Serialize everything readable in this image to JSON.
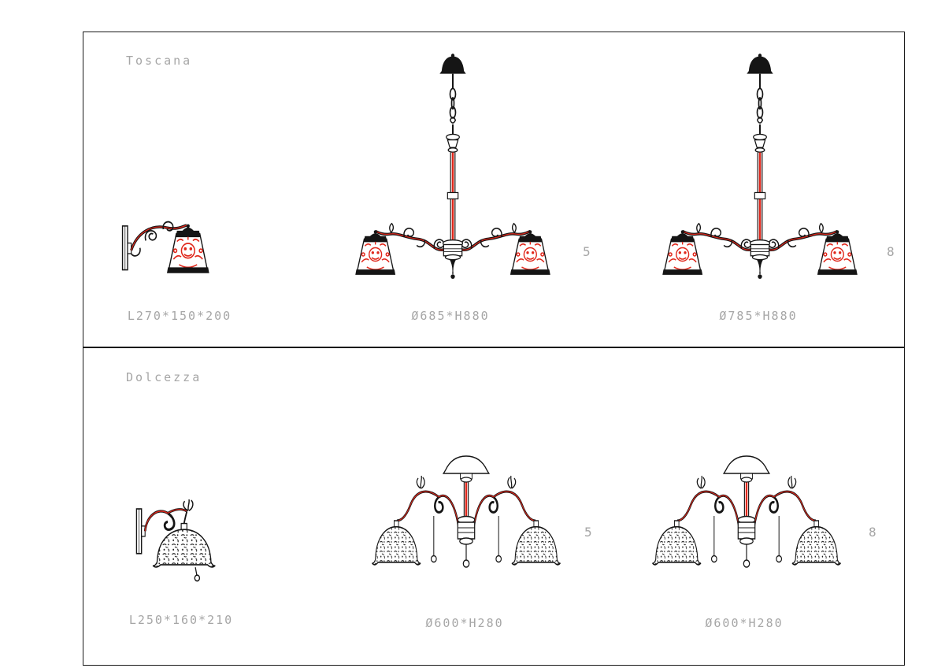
{
  "page": {
    "background": "#ffffff",
    "line_color": "#151515",
    "accent_red": "#e0271b",
    "text_color": "#a6a6a6"
  },
  "sections": [
    {
      "name": "Toscana",
      "items": [
        {
          "type": "wall-sconce",
          "dimensions": "L270*150*200"
        },
        {
          "type": "chandelier",
          "dimensions": "Ø685*H880",
          "qty": "5"
        },
        {
          "type": "chandelier",
          "dimensions": "Ø785*H880",
          "qty": "8"
        }
      ]
    },
    {
      "name": "Dolcezza",
      "items": [
        {
          "type": "wall-sconce",
          "dimensions": "L250*160*210"
        },
        {
          "type": "chandelier",
          "dimensions": "Ø600*H280",
          "qty": "5"
        },
        {
          "type": "chandelier",
          "dimensions": "Ø600*H280",
          "qty": "8"
        }
      ]
    }
  ]
}
